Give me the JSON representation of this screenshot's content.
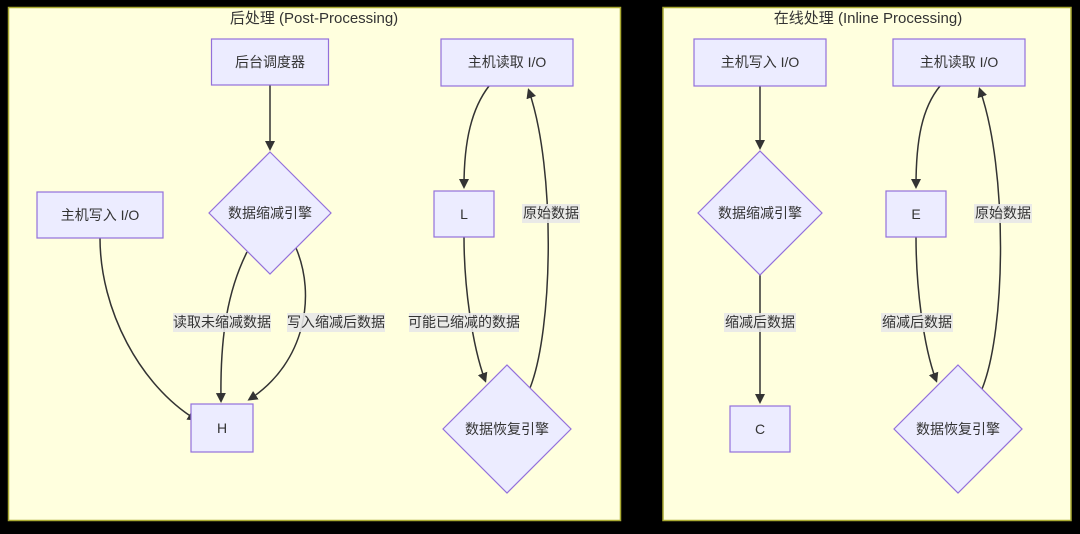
{
  "page": {
    "background": "#000000"
  },
  "diagram": {
    "type": "flowchart",
    "colors": {
      "subgraph_fill": "#ffffde",
      "subgraph_border": "#aaaa33",
      "node_fill": "#ececff",
      "node_border": "#9370db",
      "edge_color": "#333333",
      "edge_label_bg": "#e8e8e8",
      "text_color": "#333333",
      "page_bg": "#000000"
    },
    "panels": [
      {
        "title": "后处理 (Post-Processing)",
        "nodes": {
          "scheduler": "后台调度器",
          "host_write": "主机写入 I/O",
          "host_read": "主机读取 I/O",
          "reduction_engine": "数据缩减引擎",
          "recovery_engine": "数据恢复引擎",
          "node_h": "H",
          "node_l": "L"
        },
        "edge_labels": {
          "read_unreduced": "读取未缩减数据",
          "write_reduced": "写入缩减后数据",
          "maybe_reduced": "可能已缩减的数据",
          "raw_data": "原始数据"
        }
      },
      {
        "title": "在线处理 (Inline Processing)",
        "nodes": {
          "host_write": "主机写入 I/O",
          "host_read": "主机读取 I/O",
          "reduction_engine": "数据缩减引擎",
          "recovery_engine": "数据恢复引擎",
          "node_c": "C",
          "node_e": "E"
        },
        "edge_labels": {
          "reduced_write": "缩减后数据",
          "reduced_read": "缩减后数据",
          "raw_data": "原始数据"
        }
      }
    ]
  }
}
